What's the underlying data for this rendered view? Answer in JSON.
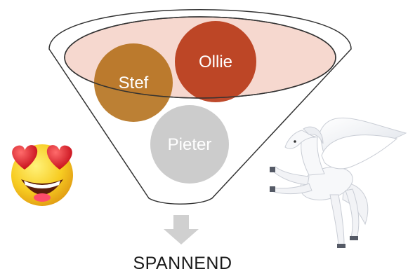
{
  "funnel": {
    "items": [
      {
        "label": "Stef",
        "color": "#b06a10"
      },
      {
        "label": "Ollie",
        "color": "#b5310f"
      },
      {
        "label": "Pieter",
        "color": "#c8c8c8"
      }
    ],
    "rim_fill": "#f6d8cf",
    "outline": "#333333"
  },
  "caption": "SPANNEND",
  "decorations": {
    "emoji": "heart-eyes-emoji-icon",
    "pegasus": "pegasus-illustration"
  },
  "arrow_color": "#d0d0d0"
}
